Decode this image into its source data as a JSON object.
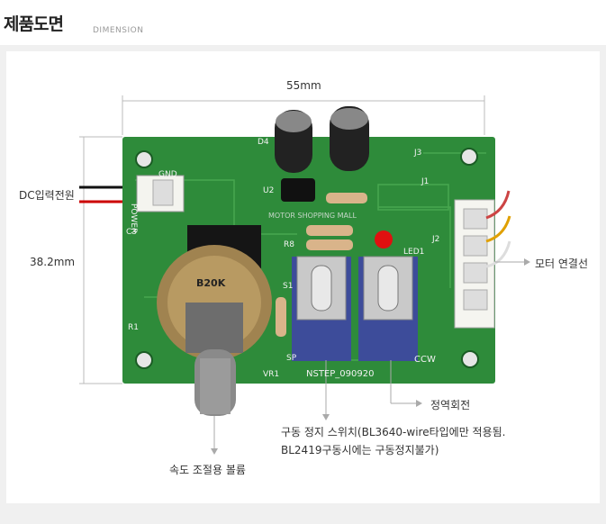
{
  "header": {
    "title": "제품도면",
    "subtitle": "DIMENSION"
  },
  "dimensions": {
    "width": "55mm",
    "height": "38.2mm"
  },
  "callouts": {
    "dc_input": "DC입력전원",
    "motor_connect": "모터 연결선",
    "direction": "정역회전",
    "speed_knob": "속도 조절용 볼륨",
    "stop_switch_line1": "구동 정지 스위치(BL3640-wire타입에만 적용됨.",
    "stop_switch_line2": "BL2419구동시에는 구동정지불가)"
  },
  "board": {
    "pot_label": "B20K",
    "model": "NSTEP_090920",
    "ccw": "CCW",
    "gnd": "GND",
    "power": "POWER",
    "vr1": "VR1",
    "j1": "J1",
    "j2": "J2",
    "j3": "J3",
    "led1": "LED1",
    "r8": "R8",
    "r1": "R1",
    "c3": "C3",
    "d4": "D4",
    "u2": "U2",
    "s1": "S1",
    "sp": "SP",
    "watermark": "MOTOR SHOPPING MALL"
  },
  "colors": {
    "pcb": "#2e8b3a",
    "pcb_dark": "#1f6a2a",
    "wire_red": "#cc0000",
    "wire_black": "#111111"
  }
}
